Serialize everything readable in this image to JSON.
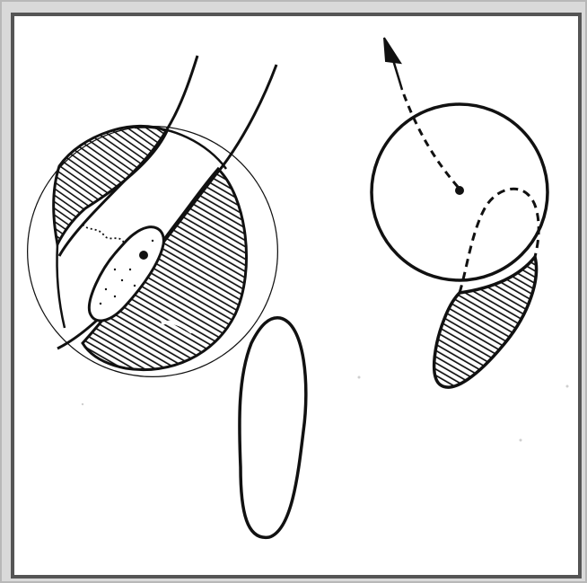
{
  "figure": {
    "ink_color": "#111111",
    "paper_color": "#ffffff",
    "frame_color": "#555555",
    "panels": [
      {
        "id": "left-cell",
        "description_name": "cell-with-shaded-hemispheres",
        "elements": [
          "outer-circle",
          "curved-lines",
          "upper-hatched-region",
          "lower-hatched-region",
          "inner-oval",
          "nucleus-dot",
          "dotted-path"
        ]
      },
      {
        "id": "middle-shape",
        "description_name": "elongated-oval"
      },
      {
        "id": "right-cell",
        "description_name": "cell-with-arrow-and-tail",
        "elements": [
          "circle",
          "center-dot",
          "dashed-arrow",
          "dashed-arc",
          "hatched-tail"
        ]
      }
    ]
  }
}
